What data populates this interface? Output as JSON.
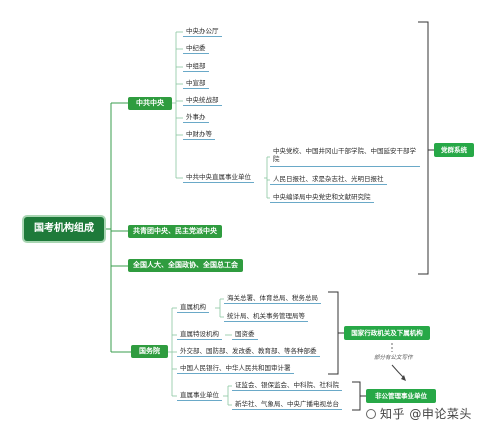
{
  "root": "国考机构组成",
  "branches": {
    "ccp": "中共中央",
    "cppcc": "共青团中央、民主党派中央",
    "npc": "全国人大、全国政协、全国总工会",
    "state_council": "国务院"
  },
  "ccp_items": [
    "中央办公厅",
    "中纪委",
    "中组部",
    "中宣部",
    "中央统战部",
    "外事办",
    "中财办等"
  ],
  "ccp_affiliated": {
    "label": "中共中央直属事业单位",
    "items": [
      "中央党校、中国井冈山干部学院、中国延安干部学院",
      "人民日报社、求是杂志社、光明日报社",
      "中央编译局中央党史和文献研究院"
    ]
  },
  "sc": {
    "direct": {
      "label": "直属机构",
      "items": [
        "海关总署、体育总局、税务总局",
        "统计局、机关事务管理局等"
      ]
    },
    "special": {
      "label": "直属特设机构",
      "item": "国资委"
    },
    "ministries": "外交部、国防部、发改委、教育部、等各种部委",
    "banks": "中国人民银行、中华人民共和国审计署",
    "institutions": {
      "label": "直属事业单位",
      "items": [
        "证监会、银保监会、中科院、社科院",
        "新华社、气象局、中央广播电视总台"
      ]
    }
  },
  "tags": {
    "party_system": "党群系统",
    "admin": "国家行政机关及下属机构",
    "non_civil": "非公管理事业单位"
  },
  "note": "部分有公文写作",
  "watermark": "知乎 @申论菜头"
}
